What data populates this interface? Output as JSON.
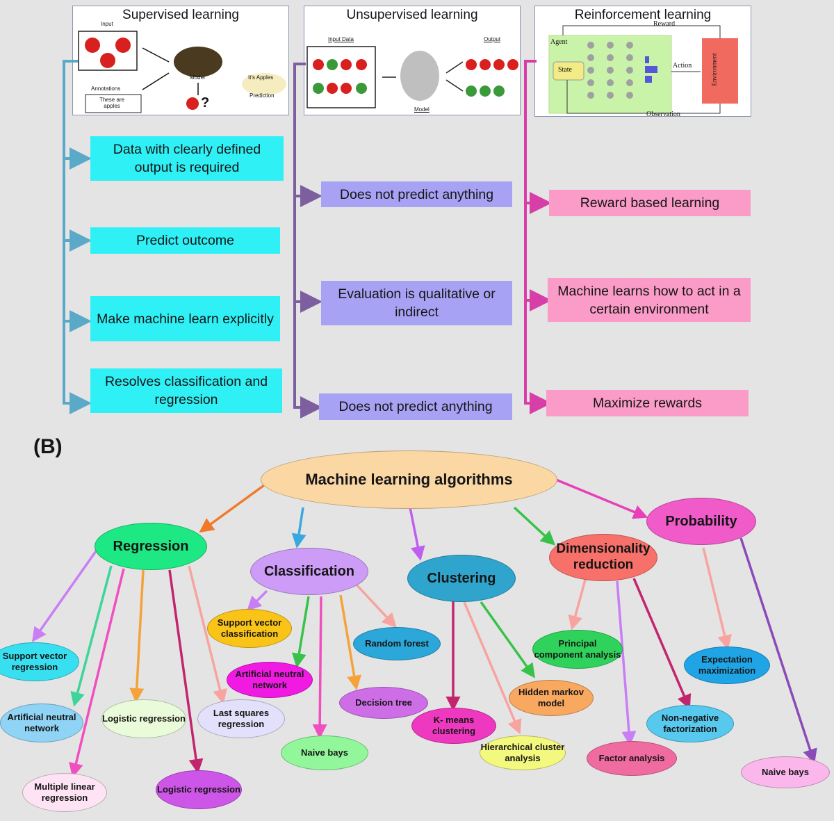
{
  "panels": {
    "supervised": {
      "title": "Supervised learning",
      "labels": {
        "input": "Input",
        "model": "Model",
        "annotations": "Annotations",
        "these_are": "These are apples",
        "its_apples": "It's Apples",
        "prediction": "Prediction",
        "question": "?"
      }
    },
    "unsupervised": {
      "title": "Unsupervised learning",
      "labels": {
        "input_data": "Input Data",
        "output": "Output",
        "model": "Model"
      }
    },
    "reinforcement": {
      "title": "Reinforcement learning",
      "labels": {
        "reward": "Reward",
        "agent": "Agent",
        "state": "State",
        "action": "Action",
        "environment": "Environment",
        "observation": "Observation"
      }
    }
  },
  "supervised_points": [
    "Data with clearly defined output is required",
    "Predict outcome",
    "Make machine learn explicitly",
    "Resolves classification and regression"
  ],
  "unsupervised_points": [
    "Does not predict anything",
    "Evaluation is qualitative or indirect",
    "Does not predict anything"
  ],
  "reinforcement_points": [
    "Reward based learning",
    "Machine learns how to act in a certain environment",
    "Maximize rewards"
  ],
  "section_b_label": "(B)",
  "mindmap": {
    "root": "Machine learning algorithms",
    "categories": {
      "regression": "Regression",
      "classification": "Classification",
      "clustering": "Clustering",
      "dimensionality": "Dimensionality reduction",
      "probability": "Probability"
    },
    "regression_items": [
      "Support vector regression",
      "Artificial neutral network",
      "Multiple linear regression",
      "Logistic regression",
      "Logistic regression",
      "Last squares regression"
    ],
    "classification_items": [
      "Support vector classification",
      "Artificial neutral network",
      "Naive bays",
      "Decision tree",
      "Random forest"
    ],
    "clustering_items": [
      "K- means clustering",
      "Hierarchical cluster analysis",
      "Hidden markov model"
    ],
    "dimensionality_items": [
      "Principal component analysis",
      "Factor analysis",
      "Non-negative factorization"
    ],
    "probability_items": [
      "Expectation maximization",
      "Naive bays"
    ]
  },
  "colors": {
    "supervised_box": "#2ff0f5",
    "unsupervised_box": "#a8a2f5",
    "reinforcement_box": "#fb9bc7",
    "supervised_bracket": "#5aa9c9",
    "unsupervised_bracket": "#7d5fa0",
    "reinforcement_bracket": "#d83ea8",
    "root": "#fbd7a4",
    "regression": "#1ee883",
    "classification": "#cc9cf7",
    "clustering": "#2fa4cc",
    "dimensionality": "#f8706a",
    "probability": "#f05ac9"
  }
}
